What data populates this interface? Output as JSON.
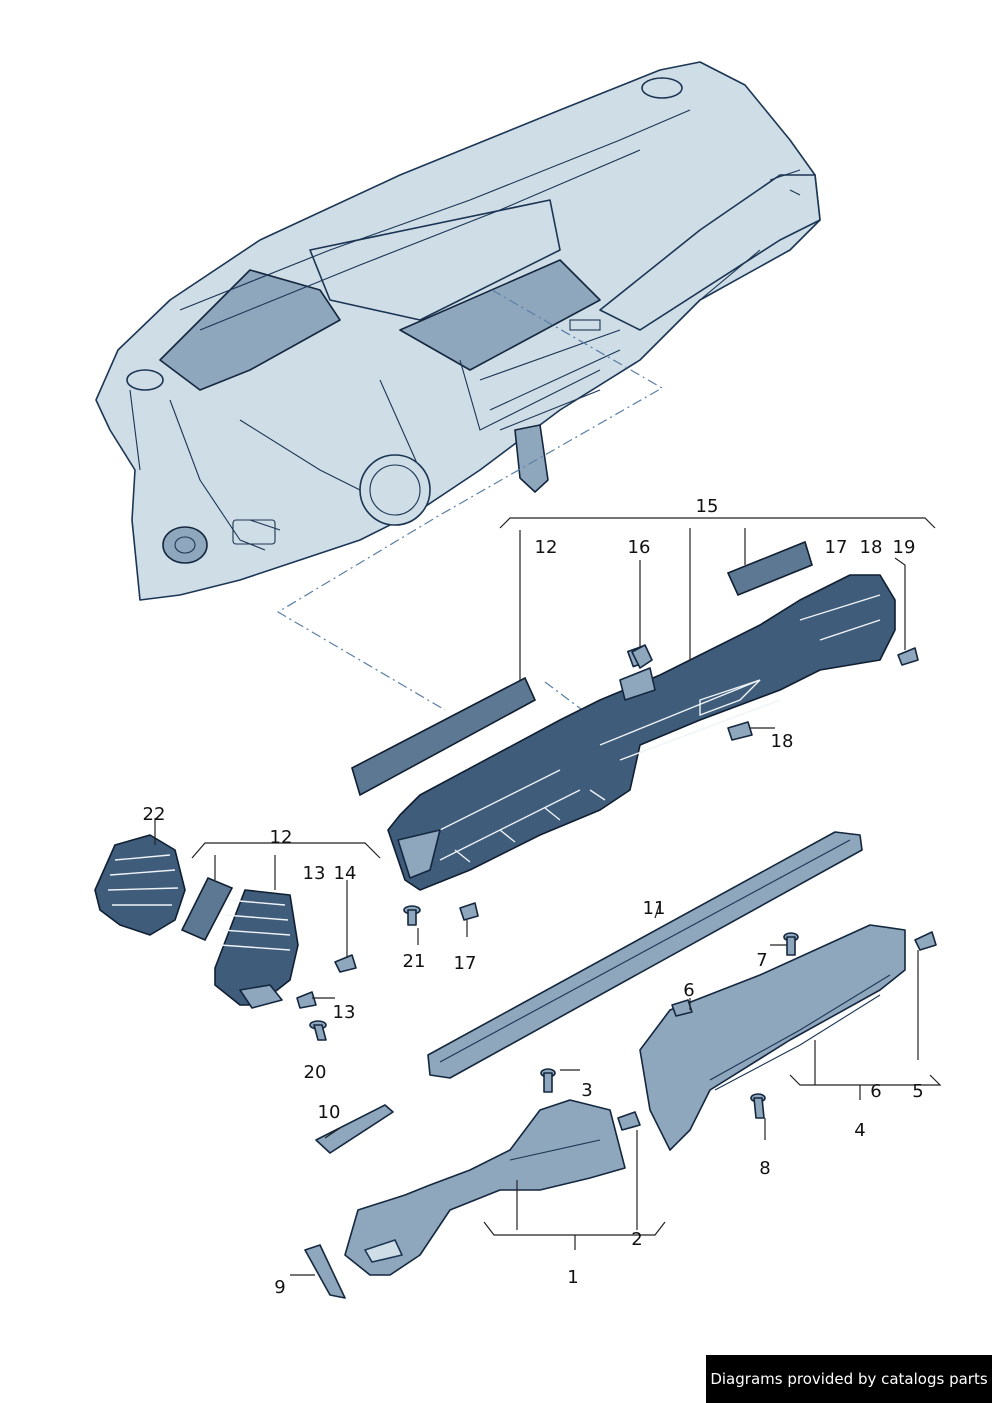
{
  "callouts": [
    "1",
    "2",
    "3",
    "4",
    "5",
    "6",
    "6",
    "7",
    "8",
    "9",
    "10",
    "11",
    "12",
    "12",
    "13",
    "13",
    "14",
    "15",
    "16",
    "17",
    "17",
    "18",
    "18",
    "19",
    "20",
    "21",
    "22"
  ],
  "footer": {
    "text": "Diagrams provided by catalogs parts"
  },
  "colors": {
    "part_fill": "#8ea7bd",
    "part_dark": "#3f5c7a",
    "dashboard_fill": "#cfdde6",
    "outline": "#14273f",
    "dash_line": "#5b7fa6",
    "footer_bg": "#000000",
    "footer_text": "#ffffff"
  }
}
